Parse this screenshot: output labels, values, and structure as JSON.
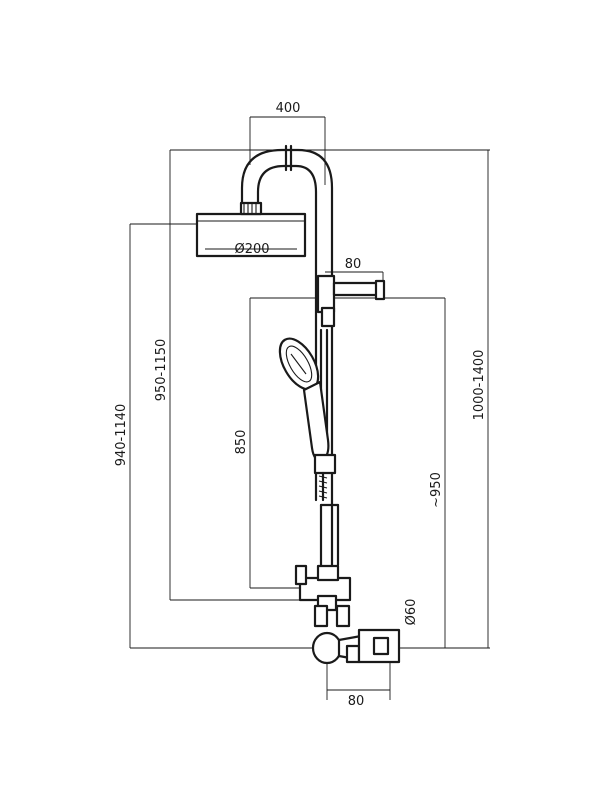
{
  "dimensions": {
    "arm_reach": "400",
    "head_diameter": "Ø200",
    "bracket_depth": "80",
    "bottom_depth": "80",
    "outlet_diameter": "Ø60",
    "column_total": "1000-1400",
    "outlet_to_head": "950-1150",
    "bottom_to_head": "940-1140",
    "hand_shower_height": "850",
    "bracket_height": "~950"
  },
  "colors": {
    "line": "#1a1a1a",
    "background": "#ffffff"
  }
}
